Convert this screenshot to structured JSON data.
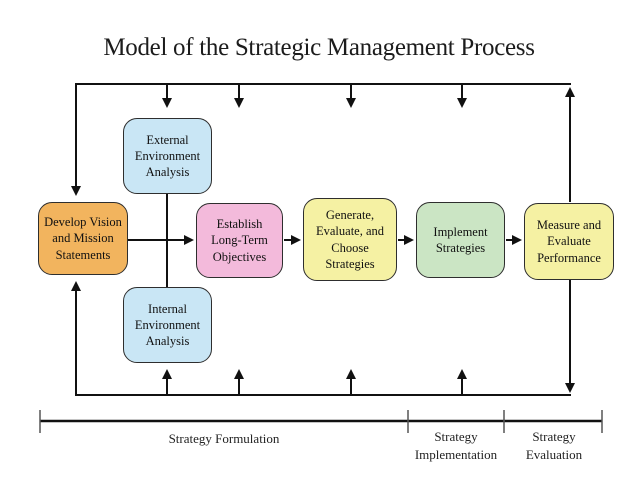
{
  "title": "Model of the Strategic Management Process",
  "palette": {
    "line": "#111111",
    "box_border": "#2e2e2e",
    "orange": "#F2B45E",
    "blue": "#C9E6F5",
    "pink": "#F3BADB",
    "yellow": "#F5F1A3",
    "green": "#CBE5C4"
  },
  "diagram": {
    "boxes": [
      {
        "id": "develop-vision",
        "label": "Develop Vision\nand Mission\nStatements",
        "color": "#F2B45E"
      },
      {
        "id": "external-environment",
        "label": "External\nEnvironment\nAnalysis",
        "color": "#C9E6F5"
      },
      {
        "id": "internal-environment",
        "label": "Internal\nEnvironment\nAnalysis",
        "color": "#C9E6F5"
      },
      {
        "id": "establish-objectives",
        "label": "Establish\nLong-Term\nObjectives",
        "color": "#F3BADB"
      },
      {
        "id": "generate-strategies",
        "label": "Generate,\nEvaluate, and\nChoose\nStrategies",
        "color": "#F5F1A3"
      },
      {
        "id": "implement-strategies",
        "label": "Implement\nStrategies",
        "color": "#CBE5C4"
      },
      {
        "id": "measure-performance",
        "label": "Measure and\nEvaluate\nPerformance",
        "color": "#F5F1A3"
      }
    ],
    "stages": [
      {
        "id": "strategy-formulation",
        "label": "Strategy Formulation"
      },
      {
        "id": "strategy-implementation",
        "label": "Strategy\nImplementation"
      },
      {
        "id": "strategy-evaluation",
        "label": "Strategy\nEvaluation"
      }
    ]
  }
}
